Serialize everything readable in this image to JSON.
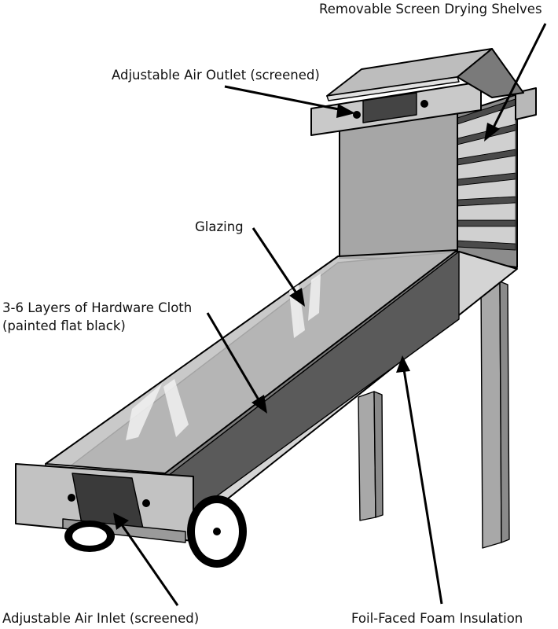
{
  "labels": {
    "removable_shelves": "Removable Screen Drying Shelves",
    "air_outlet": "Adjustable Air Outlet (screened)",
    "glazing": "Glazing",
    "hardware_cloth_line1": "3-6 Layers of Hardware Cloth",
    "hardware_cloth_line2": "(painted flat black)",
    "air_inlet": "Adjustable Air Inlet (screened)",
    "foam_insulation": "Foil-Faced Foam Insulation"
  },
  "colors": {
    "outline": "#000000",
    "panel_light": "#d9d9d9",
    "panel_mid": "#b3b3b3",
    "panel_dark": "#8c8c8c",
    "interior_dark": "#555555",
    "absorber": "#6b6b6b",
    "glazing": "#c8c8c8"
  }
}
